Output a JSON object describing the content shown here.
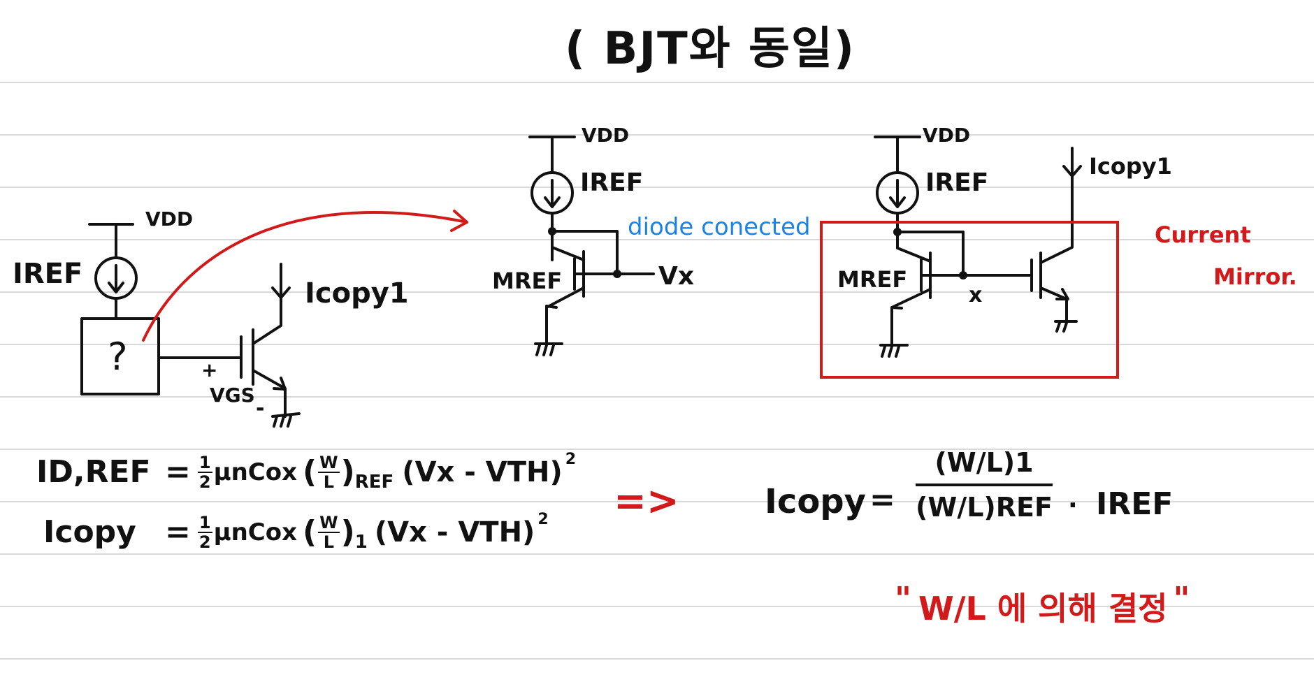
{
  "title": "( BJT와 동일)",
  "labels": {
    "vdd_1": "VDD",
    "iref_1": "IREF",
    "unknown_box": "?",
    "icopy1_1": "Icopy1",
    "vgs_plus": "+",
    "vgs": "VGS",
    "vgs_minus": "-",
    "vdd_2": "VDD",
    "iref_2": "IREF",
    "diode_connected": "diode conected",
    "mref_2": "MREF",
    "vx": "Vx",
    "vdd_3": "VDD",
    "iref_3": "IREF",
    "icopy1_3": "Icopy1",
    "mref_3": "MREF",
    "node_x": "x",
    "current": "Current",
    "mirror": "Mirror."
  },
  "equations": {
    "eq1": {
      "lhs": "ID,REF",
      "eq": "=",
      "half_num": "1",
      "half_den": "2",
      "mucox": "μnCox",
      "wl_open": "(",
      "wl_num": "W",
      "wl_den": "L",
      "wl_close": ")",
      "wl_sub": "REF",
      "overdrive": "(Vx - VTH)",
      "power": "2"
    },
    "eq2": {
      "lhs": "Icopy",
      "eq": "=",
      "half_num": "1",
      "half_den": "2",
      "mucox": "μnCox",
      "wl_open": "(",
      "wl_num": "W",
      "wl_den": "L",
      "wl_close": ")",
      "wl_sub": "1",
      "overdrive": "(Vx - VTH)",
      "power": "2"
    },
    "implies": "=>",
    "result": {
      "lhs": "Icopy",
      "eq": "=",
      "num": "(W/L)1",
      "den": "(W/L)REF",
      "dot": "·",
      "rhs": "IREF"
    }
  },
  "note": {
    "open_quote": "\"",
    "frac": "W/L",
    "text": "에 의해 결정",
    "close_quote": "\""
  },
  "colors": {
    "ink": "#111111",
    "red": "#d21a1a",
    "blue": "#1c83e6",
    "rule": "#d9d9dd"
  }
}
